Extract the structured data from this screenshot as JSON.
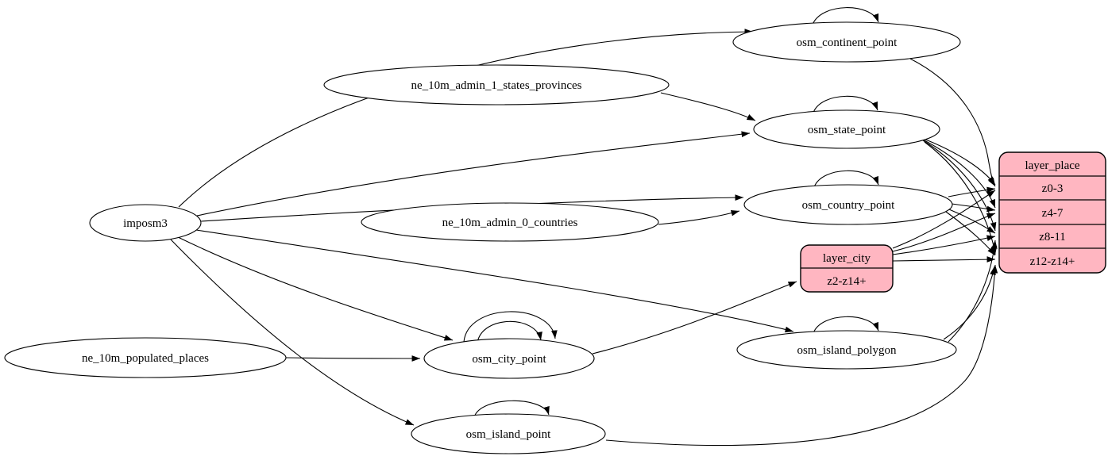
{
  "diagram": {
    "kind": "etl-dependency-graph",
    "colors": {
      "background": "#ffffff",
      "node_fill": "#ffffff",
      "record_fill": "#ffb6c1",
      "stroke": "#000000"
    },
    "nodes": {
      "imposm3": "imposm3",
      "ne_10m_admin_1_states_provinces": "ne_10m_admin_1_states_provinces",
      "ne_10m_admin_0_countries": "ne_10m_admin_0_countries",
      "ne_10m_populated_places": "ne_10m_populated_places",
      "osm_continent_point": "osm_continent_point",
      "osm_state_point": "osm_state_point",
      "osm_country_point": "osm_country_point",
      "osm_city_point": "osm_city_point",
      "osm_island_polygon": "osm_island_polygon",
      "osm_island_point": "osm_island_point"
    },
    "records": {
      "layer_city": {
        "title": "layer_city",
        "rows": [
          "z2-z14+"
        ]
      },
      "layer_place": {
        "title": "layer_place",
        "rows": [
          "z0-3",
          "z4-7",
          "z8-11",
          "z12-z14+"
        ]
      }
    },
    "edges": [
      {
        "from": "imposm3",
        "to": "osm_continent_point"
      },
      {
        "from": "imposm3",
        "to": "osm_state_point"
      },
      {
        "from": "imposm3",
        "to": "osm_country_point"
      },
      {
        "from": "imposm3",
        "to": "osm_city_point"
      },
      {
        "from": "imposm3",
        "to": "osm_island_polygon"
      },
      {
        "from": "imposm3",
        "to": "osm_island_point"
      },
      {
        "from": "ne_10m_admin_1_states_provinces",
        "to": "osm_state_point"
      },
      {
        "from": "ne_10m_admin_0_countries",
        "to": "osm_country_point"
      },
      {
        "from": "ne_10m_populated_places",
        "to": "osm_city_point"
      },
      {
        "from": "osm_continent_point",
        "to": "osm_continent_point"
      },
      {
        "from": "osm_state_point",
        "to": "osm_state_point"
      },
      {
        "from": "osm_country_point",
        "to": "osm_country_point"
      },
      {
        "from": "osm_city_point",
        "to": "osm_city_point"
      },
      {
        "from": "osm_city_point",
        "to": "osm_city_point"
      },
      {
        "from": "osm_island_polygon",
        "to": "osm_island_polygon"
      },
      {
        "from": "osm_island_point",
        "to": "osm_island_point"
      },
      {
        "from": "osm_continent_point",
        "to": "layer_place:z0-3"
      },
      {
        "from": "osm_state_point",
        "to": "layer_place:z0-3"
      },
      {
        "from": "osm_state_point",
        "to": "layer_place:z4-7"
      },
      {
        "from": "osm_state_point",
        "to": "layer_place:z8-11"
      },
      {
        "from": "osm_state_point",
        "to": "layer_place:z12-z14+"
      },
      {
        "from": "osm_country_point",
        "to": "layer_place:z0-3"
      },
      {
        "from": "osm_country_point",
        "to": "layer_place:z4-7"
      },
      {
        "from": "osm_country_point",
        "to": "layer_place:z8-11"
      },
      {
        "from": "osm_country_point",
        "to": "layer_place:z12-z14+"
      },
      {
        "from": "osm_city_point",
        "to": "layer_city:z2-z14+"
      },
      {
        "from": "layer_city",
        "to": "layer_place:z0-3"
      },
      {
        "from": "layer_city",
        "to": "layer_place:z4-7"
      },
      {
        "from": "layer_city",
        "to": "layer_place:z8-11"
      },
      {
        "from": "layer_city",
        "to": "layer_place:z12-z14+"
      },
      {
        "from": "osm_island_polygon",
        "to": "layer_place:z8-11"
      },
      {
        "from": "osm_island_polygon",
        "to": "layer_place:z12-z14+"
      },
      {
        "from": "osm_island_point",
        "to": "layer_place:z12-z14+"
      }
    ]
  }
}
